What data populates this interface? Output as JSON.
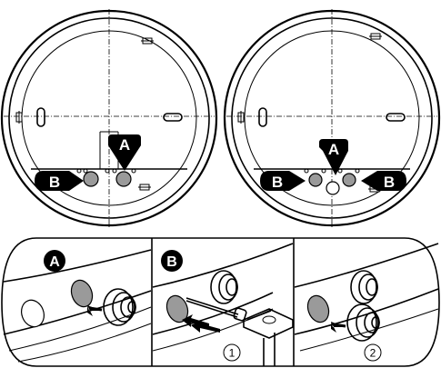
{
  "labels": {
    "a": "A",
    "b": "B"
  },
  "steps": {
    "one": "1",
    "two": "2"
  },
  "icons": {
    "callout": "black-pill-arrow-icon",
    "push_arrow": "push-arrow-icon",
    "screwdriver": "screwdriver-icon",
    "cable_gland": "cable-gland-icon"
  },
  "colors": {
    "line": "#000000",
    "hole_fill": "#9a9a9a",
    "background": "#ffffff"
  }
}
